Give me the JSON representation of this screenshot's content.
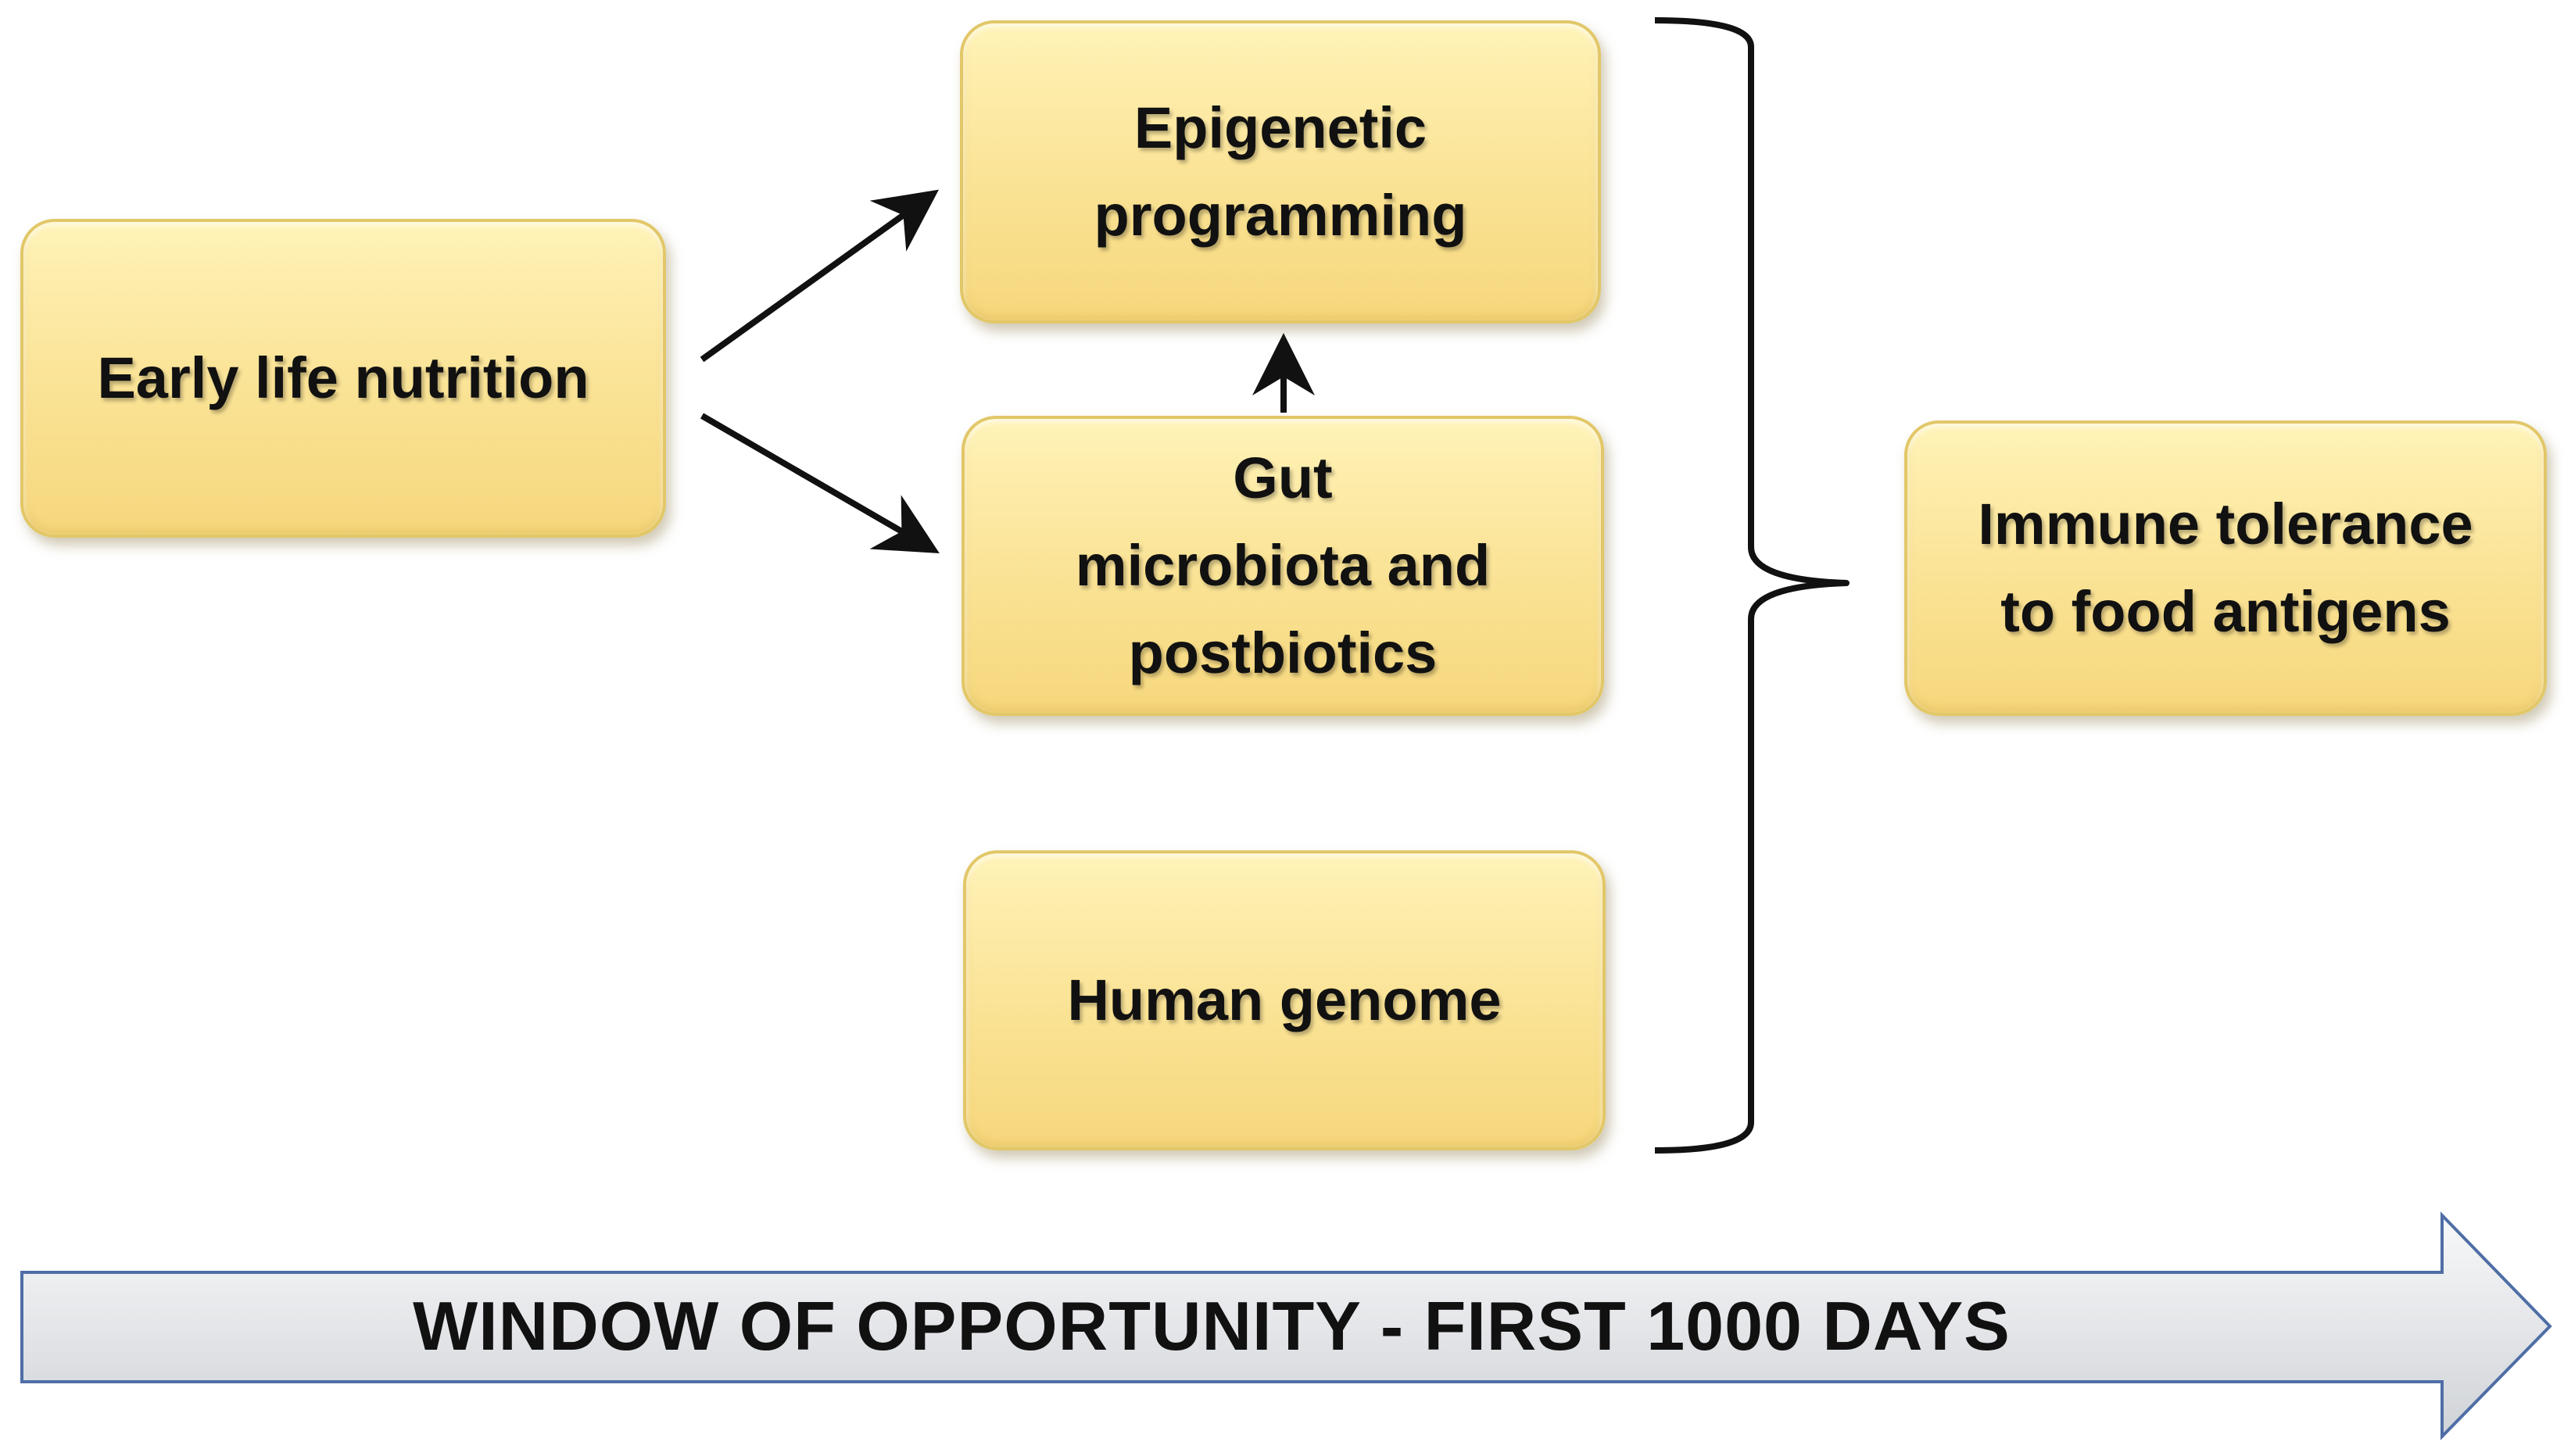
{
  "diagram": {
    "nodes": {
      "early_life_nutrition": "Early life nutrition",
      "epigenetic_programming": "Epigenetic\nprogramming",
      "gut_microbiota": "Gut\nmicrobiota and\npostbiotics",
      "human_genome": "Human genome",
      "immune_tolerance": "Immune tolerance\nto food antigens"
    },
    "timeline": {
      "label": "WINDOW OF OPPORTUNITY - FIRST 1000 DAYS"
    }
  },
  "colors": {
    "box_fill": "#fbe59a",
    "box_border": "#e2c768",
    "timeline_fill": "#e7e9ec",
    "timeline_border": "#4f6ea6",
    "arrow": "#111111"
  }
}
